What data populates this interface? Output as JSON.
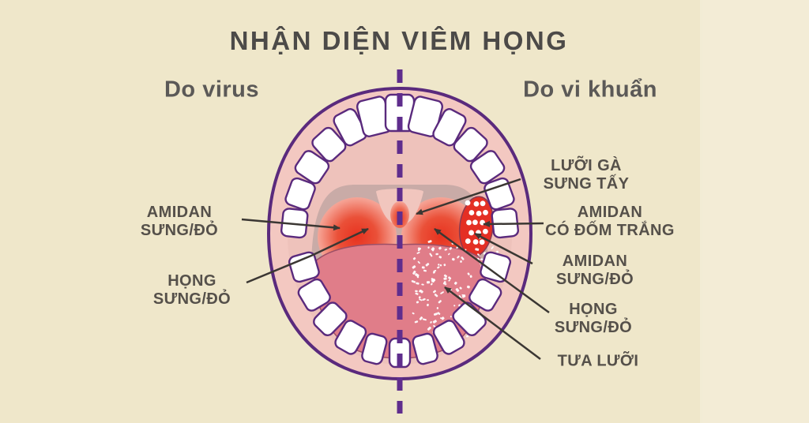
{
  "title": "NHẬN DIỆN VIÊM HỌNG",
  "sections": {
    "left_heading": "Do virus",
    "right_heading": "Do vi khuẩn"
  },
  "labels": {
    "left_amidan": {
      "line1": "AMIDAN",
      "line2": "SƯNG/ĐỎ"
    },
    "left_hong": {
      "line1": "HỌNG",
      "line2": "SƯNG/ĐỎ"
    },
    "right_luoi_ga": {
      "line1": "LƯỠI GÀ",
      "line2": "SƯNG TẤY"
    },
    "right_dom_trang": {
      "line1": "AMIDAN",
      "line2": "CÓ ĐỐM TRẮNG"
    },
    "right_amidan": {
      "line1": "AMIDAN",
      "line2": "SƯNG/ĐỎ"
    },
    "right_hong": {
      "line1": "HỌNG",
      "line2": "SƯNG/ĐỎ"
    },
    "right_tua_luoi": {
      "line1": "TƯA LƯỠI"
    }
  },
  "colors": {
    "bg": "#efe7ca",
    "title": "#4c4a48",
    "heading": "#5b5957",
    "label": "#55504a",
    "outline-purple": "#5a2a7d",
    "divider-purple": "#5f2d8d",
    "lip-pink": "#f3c8c1",
    "palate-pink": "#eec2bb",
    "throat-gray": "#c9aba7",
    "tonsil-red": "#e5302a",
    "tongue-pink": "#e07d89",
    "arrow-dark": "#3b3733",
    "tooth-white": "#ffffff"
  }
}
